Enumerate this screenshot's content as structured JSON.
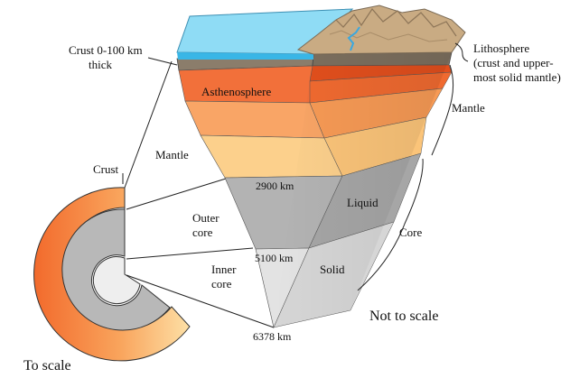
{
  "labels": {
    "crust_thickness_line1": "Crust 0-100 km",
    "crust_thickness_line2": "thick",
    "crust": "Crust",
    "mantle_left": "Mantle",
    "asthenosphere": "Asthenosphere",
    "depth_2900": "2900 km",
    "outer_core_line1": "Outer",
    "outer_core_line2": "core",
    "depth_5100": "5100 km",
    "inner_core_line1": "Inner",
    "inner_core_line2": "core",
    "depth_6378": "6378 km",
    "liquid": "Liquid",
    "solid": "Solid",
    "lithosphere_line1": "Lithosphere",
    "lithosphere_line2": "(crust and upper-",
    "lithosphere_line3": "most solid mantle)",
    "mantle_right": "Mantle",
    "core": "Core",
    "not_to_scale": "Not to scale",
    "to_scale": "To scale"
  },
  "colors": {
    "ocean": "#8fdcf5",
    "asthenosphere": "#f2703a",
    "mantle_mid": "#f9a566",
    "mantle_lower": "#fcd08c",
    "outer_core": "#b3b3b3",
    "inner_core": "#e3e3e3",
    "terrain": "#c9ab83"
  }
}
